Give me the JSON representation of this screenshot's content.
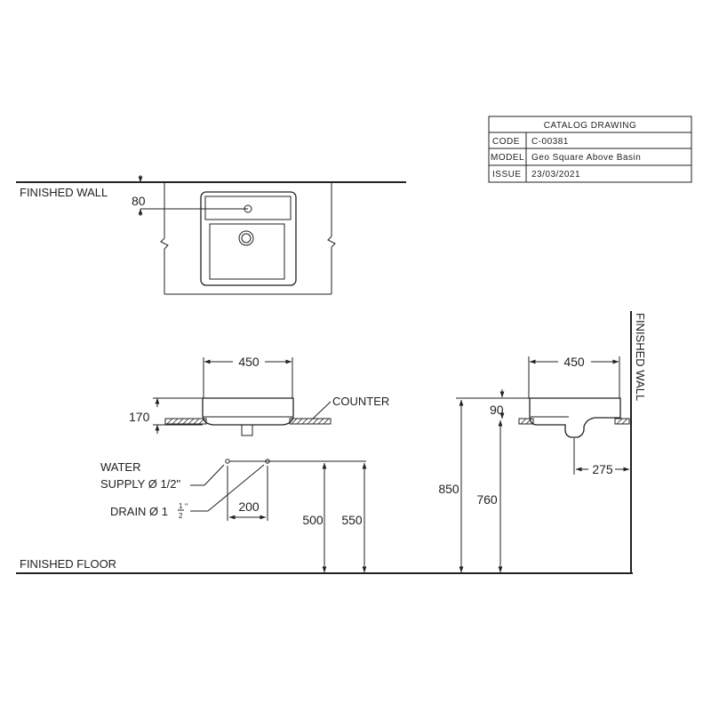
{
  "title_block": {
    "heading": "CATALOG DRAWING",
    "rows": [
      {
        "key": "CODE",
        "value": "C-00381"
      },
      {
        "key": "MODEL",
        "value": "Geo Square Above Basin"
      },
      {
        "key": "ISSUE",
        "value": "23/03/2021"
      }
    ]
  },
  "labels": {
    "finished_wall_top": "FINISHED WALL",
    "finished_wall_side": "FINISHED WALL",
    "finished_floor": "FINISHED FLOOR",
    "counter": "COUNTER",
    "water_supply_line1": "WATER",
    "water_supply_line2": "SUPPLY Ø 1/2\"",
    "drain": "DRAIN Ø 1",
    "drain_frac_num": "1",
    "drain_frac_den": "2",
    "drain_inch": "\""
  },
  "dimensions": {
    "top_offset": "80",
    "front_width": "450",
    "front_height": "170",
    "side_width": "450",
    "side_height": "90",
    "side_depth": "275",
    "supply_drain_spacing": "200",
    "drain_height": "500",
    "supply_height": "550",
    "counter_height": "850",
    "side_top_height": "760"
  }
}
